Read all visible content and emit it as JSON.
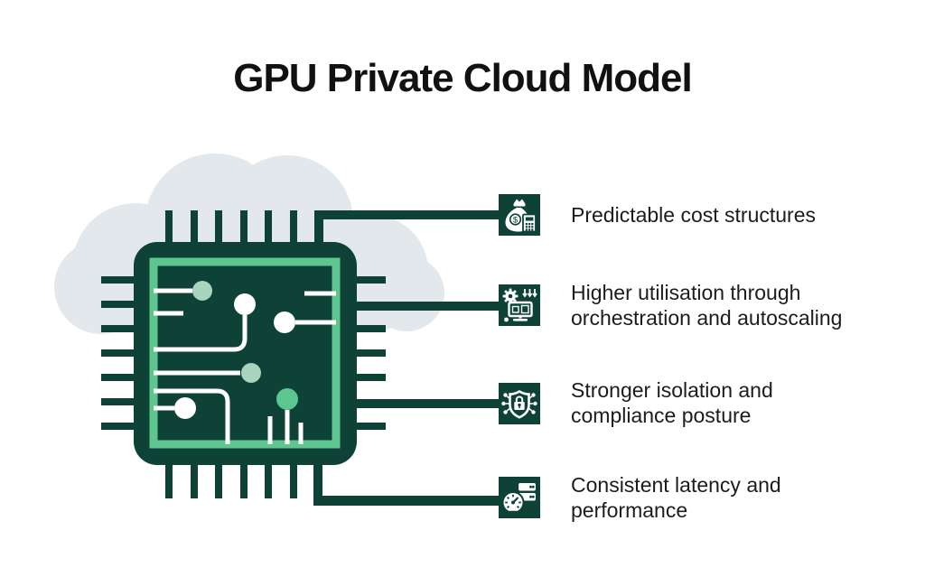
{
  "title": "GPU Private Cloud Model",
  "colors": {
    "dark_green": "#0E4237",
    "light_green": "#5CC68E",
    "pale_green": "#A9D4BE",
    "cloud_gray": "#E3E8ED",
    "text_color": "#1C1C1C",
    "bg": "#FFFFFF"
  },
  "illustration": {
    "parts": [
      "cloud-shape",
      "gpu-chip",
      "circuit-traces",
      "connector-lines"
    ]
  },
  "features": [
    {
      "icon": "money-bag-calculator-icon",
      "lines": [
        "Predictable cost structures"
      ]
    },
    {
      "icon": "orchestration-autoscaling-icon",
      "lines": [
        "Higher utilisation through",
        "orchestration and autoscaling"
      ]
    },
    {
      "icon": "shield-lock-icon",
      "lines": [
        "Stronger isolation and",
        "compliance posture"
      ]
    },
    {
      "icon": "speedometer-server-icon",
      "lines": [
        "Consistent latency and",
        "performance"
      ]
    }
  ]
}
